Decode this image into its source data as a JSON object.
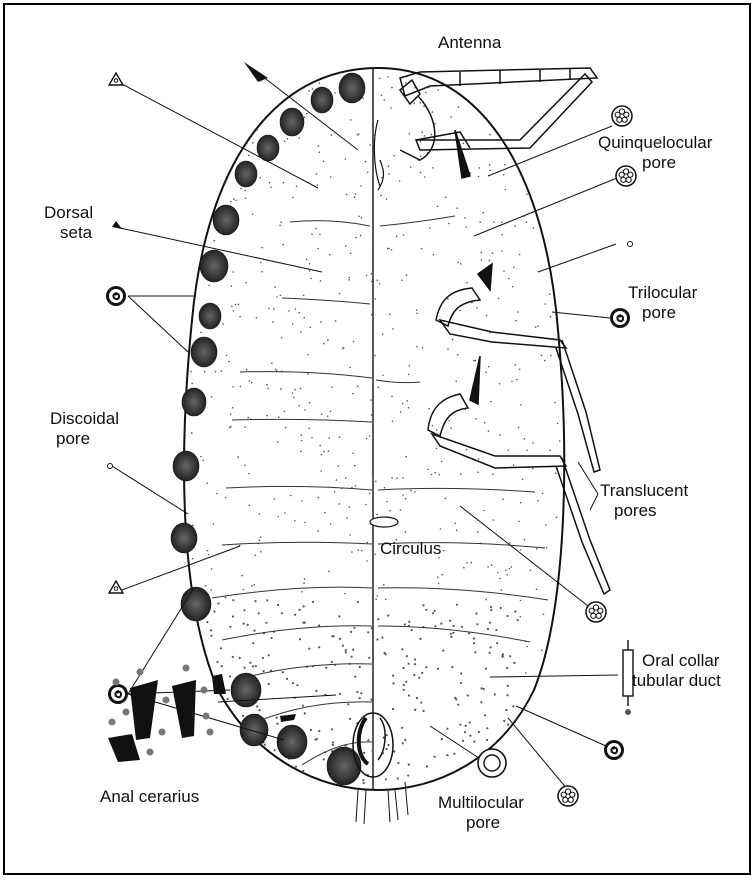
{
  "labels": {
    "antenna": "Antenna",
    "quinquelocular_1": "Quinquelocular",
    "quinquelocular_2": "pore",
    "dorsal_seta_1": "Dorsal",
    "dorsal_seta_2": "seta",
    "trilocular_1": "Trilocular",
    "trilocular_2": "pore",
    "discoidal_1": "Discoidal",
    "discoidal_2": "pore",
    "translucent_1": "Translucent",
    "translucent_2": "pores",
    "circulus": "Circulus",
    "oral_collar_1": "Oral collar",
    "oral_collar_2": "tubular duct",
    "anal_cerarius": "Anal cerarius",
    "multilocular_1": "Multilocular",
    "multilocular_2": "pore"
  },
  "colors": {
    "ink": "#111111",
    "stipple": "#555555",
    "cerarius": "#2a2a2a",
    "background": "#ffffff"
  },
  "icons": [
    "trilocular-pore-icon",
    "quinquelocular-pore-icon",
    "discoidal-pore-icon",
    "multilocular-pore-icon",
    "oral-collar-duct-icon"
  ]
}
